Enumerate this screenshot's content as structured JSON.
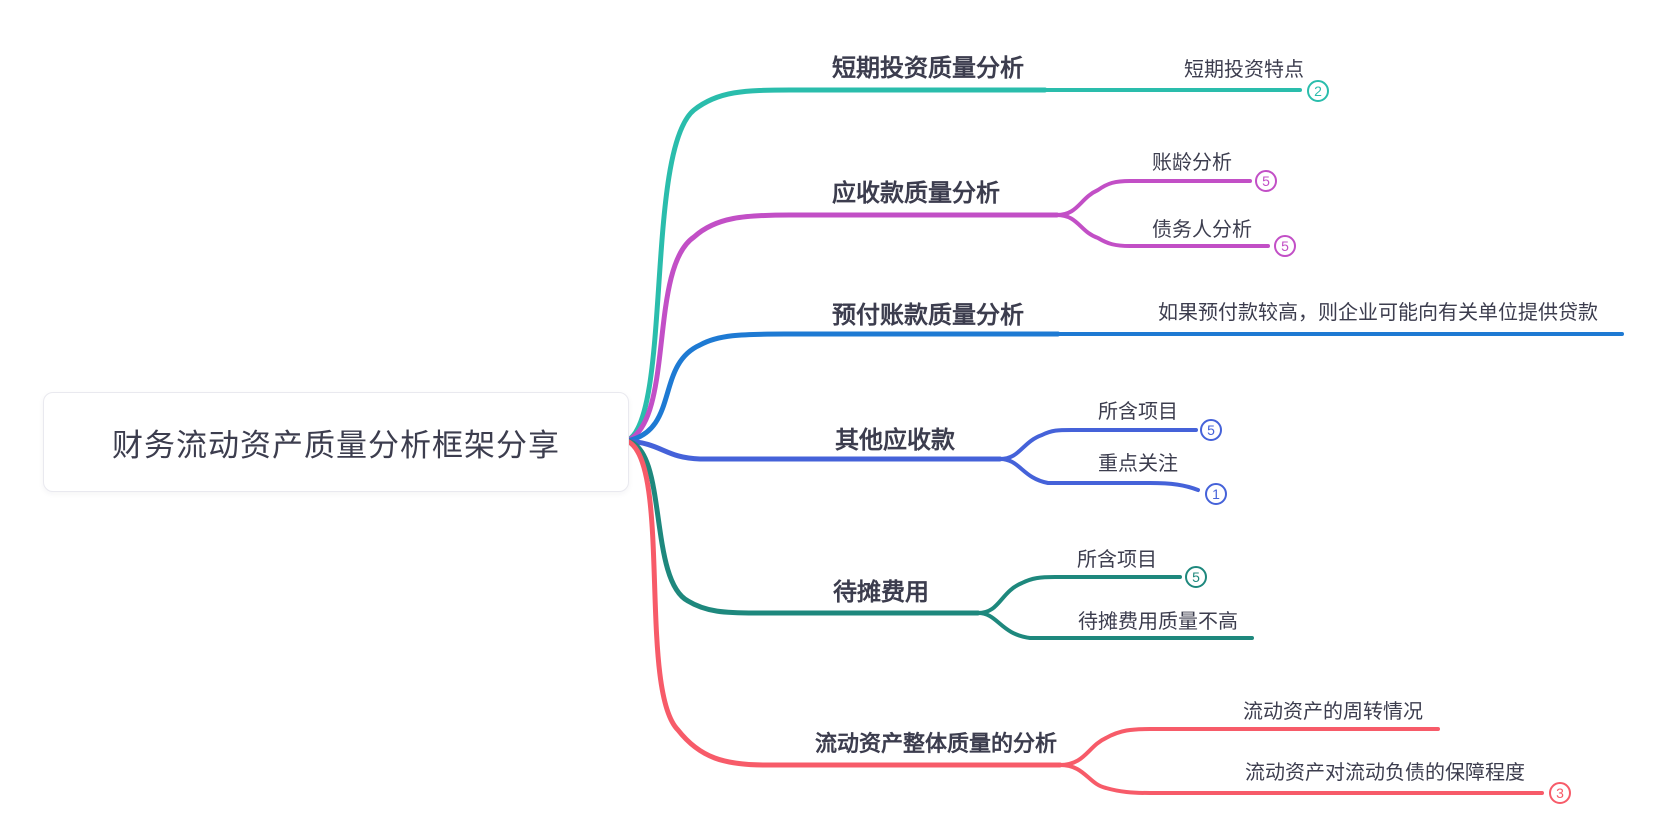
{
  "page": {
    "background": "#ffffff",
    "text_color": "#3c3d4e"
  },
  "root": {
    "label": "财务流动资产质量分析框架分享"
  },
  "branches": [
    {
      "label": "短期投资质量分析",
      "color": "#2abdac",
      "children": [
        {
          "label": "短期投资特点",
          "badge": "2"
        }
      ]
    },
    {
      "label": "应收款质量分析",
      "color": "#c24fc6",
      "children": [
        {
          "label": "账龄分析",
          "badge": "5"
        },
        {
          "label": "债务人分析",
          "badge": "5"
        }
      ]
    },
    {
      "label": "预付账款质量分析",
      "color": "#1e7ad3",
      "children": [
        {
          "label": "如果预付款较高，则企业可能向有关单位提供贷款",
          "badge": null
        }
      ]
    },
    {
      "label": "其他应收款",
      "color": "#4562d9",
      "children": [
        {
          "label": "所含项目",
          "badge": "5"
        },
        {
          "label": "重点关注",
          "badge": "1"
        }
      ]
    },
    {
      "label": "待摊费用",
      "color": "#1e887d",
      "children": [
        {
          "label": "所含项目",
          "badge": "5"
        },
        {
          "label": "待摊费用质量不高",
          "badge": null
        }
      ]
    },
    {
      "label": "流动资产整体质量的分析",
      "color": "#f75b69",
      "children": [
        {
          "label": "流动资产的周转情况",
          "badge": null
        },
        {
          "label": "流动资产对流动负债的保障程度",
          "badge": "3"
        }
      ]
    }
  ]
}
